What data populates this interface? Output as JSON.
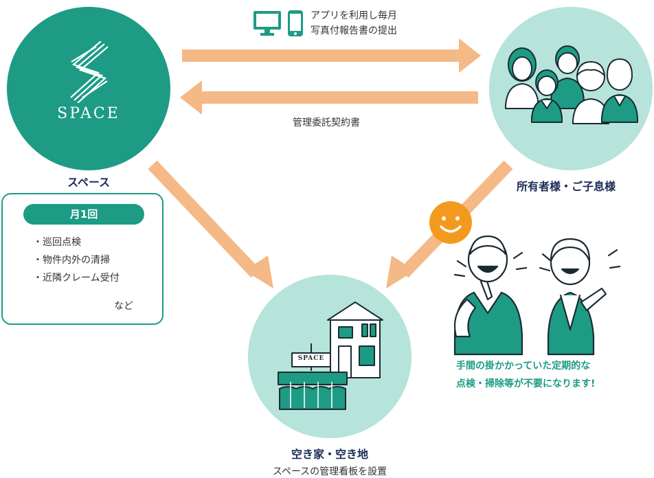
{
  "space": {
    "brand": "SPACE",
    "name": "スペース",
    "panel": {
      "badge": "月1回",
      "items": [
        "・巡回点検",
        "・物件内外の清掃",
        "・近隣クレーム受付"
      ],
      "footer": "など"
    }
  },
  "owner": {
    "name": "所有者様・ご子息様"
  },
  "flow_top": {
    "line1": "アプリを利用し毎月",
    "line2": "写真付報告書の提出"
  },
  "flow_bottom": {
    "label": "管理委託契約書"
  },
  "benefit": {
    "line1": "手間の掛かかっていた定期的な",
    "line2": "点検・掃除等が不要になります!"
  },
  "house": {
    "name": "空き家・空き地",
    "sub": "スペースの管理看板を設置",
    "sign": "SPACE"
  },
  "colors": {
    "primary": "#1d9b85",
    "light_teal": "#b6e3da",
    "arrow": "#f5b887",
    "navy": "#1b2a55",
    "smile": "#f39a1e"
  },
  "icons": [
    "monitor-icon",
    "smartphone-icon",
    "smile-icon",
    "family-icon",
    "elderly-couple-icon",
    "house-icon"
  ]
}
